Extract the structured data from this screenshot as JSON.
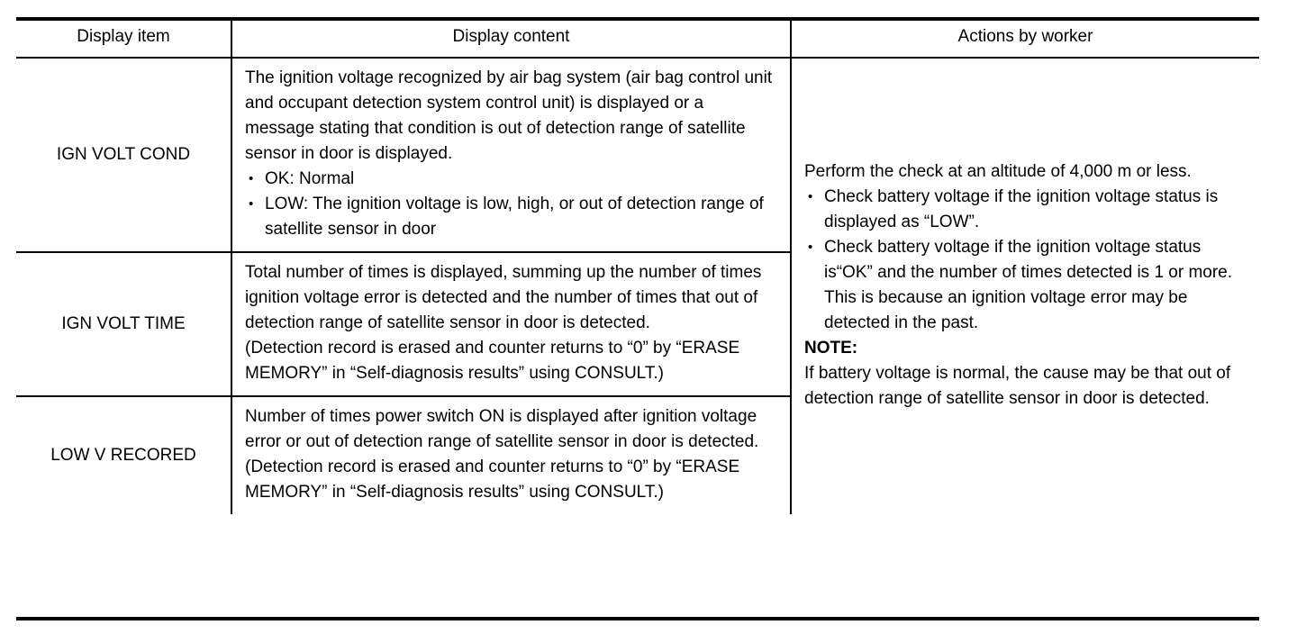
{
  "table": {
    "headers": [
      "Display item",
      "Display content",
      "Actions by worker"
    ],
    "rows": [
      {
        "item": "IGN VOLT COND",
        "content_paragraph": "The ignition voltage recognized by air bag system (air bag control unit and occupant detection system control unit) is displayed or a message stating that condition is out of detection range of satellite sensor in door is displayed.",
        "content_bullets": [
          "OK: Normal",
          "LOW: The ignition voltage is low, high, or out of detection range of satellite sensor in door"
        ]
      },
      {
        "item": "IGN VOLT TIME",
        "content_paragraph": "Total number of times is displayed, summing up the number of times ignition voltage error is detected and the number of times that out of detection range of satellite sensor in door is detected.",
        "content_paragraph2": "(Detection record is erased and counter returns to “0” by “ERASE MEMORY” in “Self-diagnosis results” using CONSULT.)",
        "content_bullets": []
      },
      {
        "item": "LOW V RECORED",
        "content_paragraph": "Number of times power switch ON is displayed after ignition voltage error or out of detection range of satellite sensor in door is detected.",
        "content_paragraph2": "(Detection record is erased and counter returns to “0” by “ERASE MEMORY” in “Self-diagnosis results” using CONSULT.)",
        "content_bullets": []
      }
    ],
    "actions": {
      "intro": "Perform the check at an altitude of 4,000 m or less.",
      "bullets": [
        "Check battery voltage if the ignition voltage status is displayed as “LOW”.",
        "Check battery voltage if the ignition voltage status is“OK” and the number of times detected is 1 or more. This is because an ignition voltage error may be detected in the past."
      ],
      "note_label": "NOTE:",
      "note_text": "If battery voltage is normal, the cause may be that out of detection range of satellite sensor in door is detected."
    }
  }
}
